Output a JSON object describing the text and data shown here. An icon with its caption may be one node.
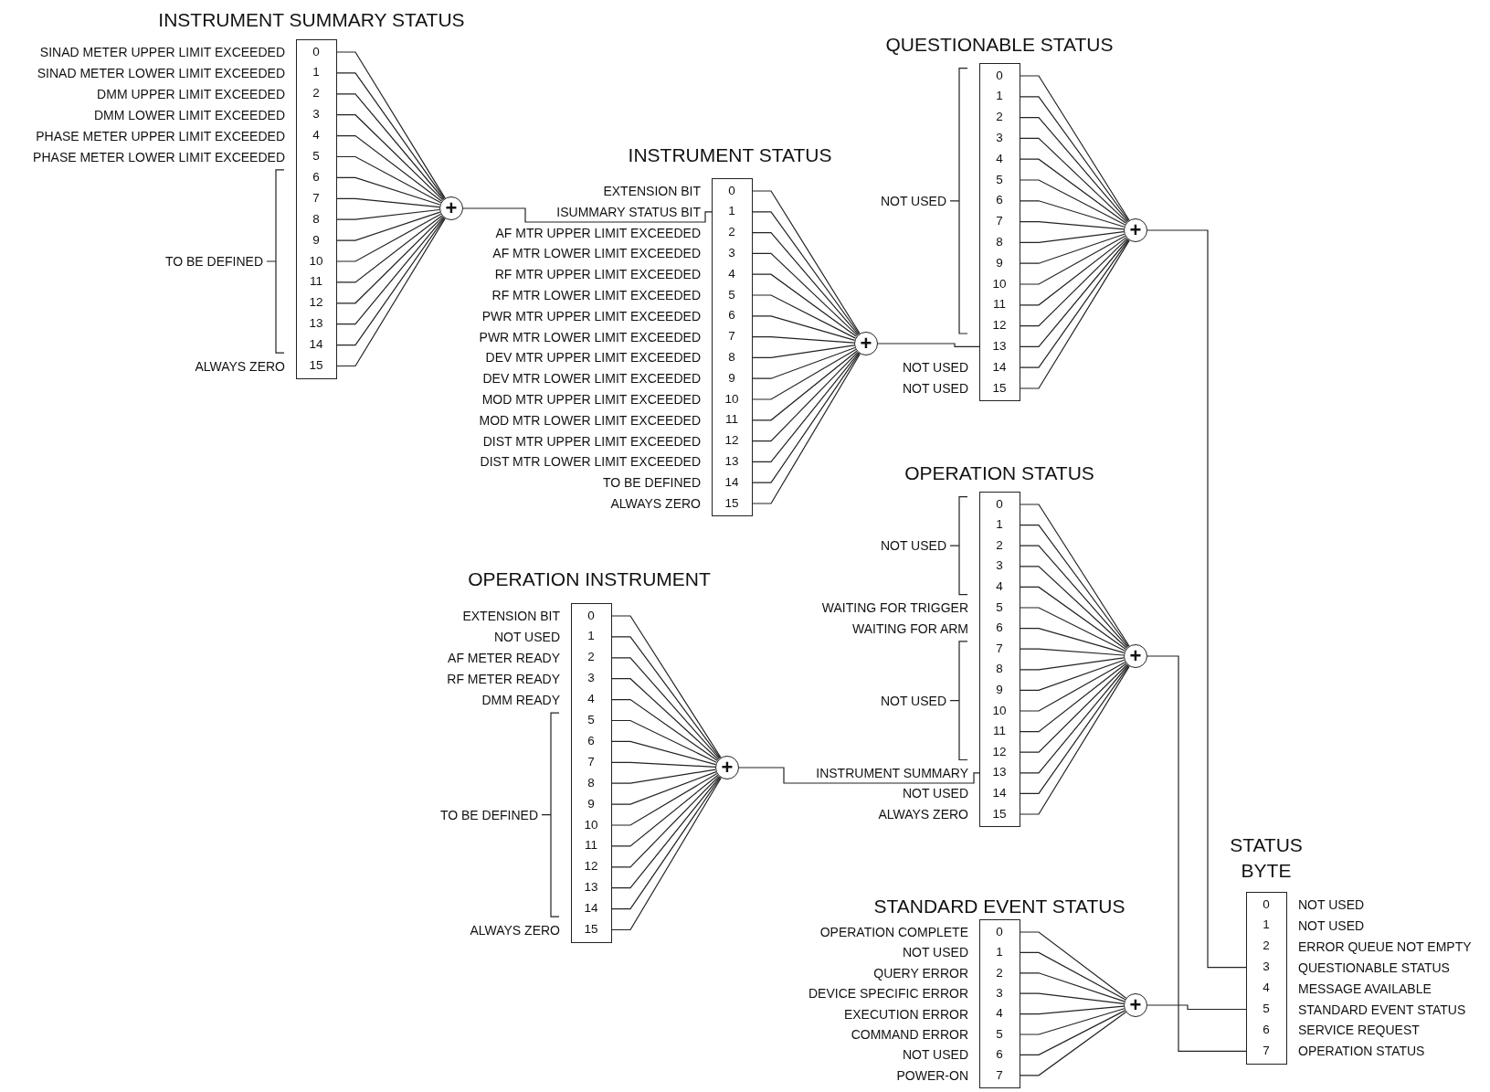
{
  "diagram": {
    "nodes": [
      {
        "text": [
          "INSTRUMENT SUMMARY STATUS"
        ]
      },
      {
        "text": [
          "0"
        ],
        "in": 0,
        "beside": [
          "SINAD METER UPPER LIMIT EXCEEDED"
        ]
      },
      {
        "text": [
          "1"
        ],
        "in": 0,
        "beside": [
          "SINAD METER LOWER LIMIT EXCEEDED"
        ]
      },
      {
        "text": [
          "2"
        ],
        "in": 0,
        "beside": [
          "DMM UPPER LIMIT EXCEEDED"
        ]
      },
      {
        "text": [
          "3"
        ],
        "in": 0,
        "beside": [
          "DMM LOWER LIMIT EXCEEDED"
        ]
      },
      {
        "text": [
          "4"
        ],
        "in": 0,
        "beside": [
          "PHASE METER UPPER LIMIT EXCEEDED"
        ]
      },
      {
        "text": [
          "5"
        ],
        "in": 0,
        "beside": [
          "PHASE METER LOWER LIMIT EXCEEDED"
        ]
      },
      {
        "text": [
          "6"
        ],
        "in": 0
      },
      {
        "text": [
          "7"
        ],
        "in": 0
      },
      {
        "text": [
          "8"
        ],
        "in": 0
      },
      {
        "text": [
          "9"
        ],
        "in": 0
      },
      {
        "text": [
          "10"
        ],
        "in": 0
      },
      {
        "text": [
          "11"
        ],
        "in": 0
      },
      {
        "text": [
          "12"
        ],
        "in": 0
      },
      {
        "text": [
          "13"
        ],
        "in": 0
      },
      {
        "text": [
          "14"
        ],
        "in": 0
      },
      {
        "text": [
          "15"
        ],
        "in": 0,
        "beside": [
          "ALWAYS ZERO"
        ]
      },
      {
        "text": [
          "+"
        ]
      },
      {
        "text": [
          "INSTRUMENT STATUS"
        ]
      },
      {
        "text": [
          "0"
        ],
        "in": 18,
        "beside": [
          "EXTENSION BIT"
        ]
      },
      {
        "text": [
          "1"
        ],
        "in": 18,
        "beside": [
          "ISUMMARY STATUS BIT"
        ]
      },
      {
        "text": [
          "2"
        ],
        "in": 18,
        "beside": [
          "AF MTR UPPER LIMIT EXCEEDED"
        ]
      },
      {
        "text": [
          "3"
        ],
        "in": 18,
        "beside": [
          "AF MTR LOWER LIMIT EXCEEDED"
        ]
      },
      {
        "text": [
          "4"
        ],
        "in": 18,
        "beside": [
          "RF MTR UPPER LIMIT EXCEEDED"
        ]
      },
      {
        "text": [
          "5"
        ],
        "in": 18,
        "beside": [
          "RF MTR LOWER LIMIT EXCEEDED"
        ]
      },
      {
        "text": [
          "6"
        ],
        "in": 18,
        "beside": [
          "PWR MTR UPPER LIMIT EXCEEDED"
        ]
      },
      {
        "text": [
          "7"
        ],
        "in": 18,
        "beside": [
          "PWR MTR LOWER LIMIT EXCEEDED"
        ]
      },
      {
        "text": [
          "8"
        ],
        "in": 18,
        "beside": [
          "DEV MTR UPPER LIMIT EXCEEDED"
        ]
      },
      {
        "text": [
          "9"
        ],
        "in": 18,
        "beside": [
          "DEV MTR LOWER LIMIT EXCEEDED"
        ]
      },
      {
        "text": [
          "10"
        ],
        "in": 18,
        "beside": [
          "MOD MTR UPPER LIMIT EXCEEDED"
        ]
      },
      {
        "text": [
          "11"
        ],
        "in": 18,
        "beside": [
          "MOD MTR LOWER LIMIT EXCEEDED"
        ]
      },
      {
        "text": [
          "12"
        ],
        "in": 18,
        "beside": [
          "DIST MTR UPPER LIMIT EXCEEDED"
        ]
      },
      {
        "text": [
          "13"
        ],
        "in": 18,
        "beside": [
          "DIST MTR LOWER LIMIT EXCEEDED"
        ]
      },
      {
        "text": [
          "14"
        ],
        "in": 18,
        "beside": [
          "TO BE DEFINED"
        ]
      },
      {
        "text": [
          "15"
        ],
        "in": 18,
        "beside": [
          "ALWAYS ZERO"
        ]
      },
      {
        "text": [
          "+"
        ]
      },
      {
        "text": [
          "QUESTIONABLE STATUS"
        ]
      },
      {
        "text": [
          "0"
        ],
        "in": 36
      },
      {
        "text": [
          "1"
        ],
        "in": 36
      },
      {
        "text": [
          "2"
        ],
        "in": 36
      },
      {
        "text": [
          "3"
        ],
        "in": 36
      },
      {
        "text": [
          "4"
        ],
        "in": 36
      },
      {
        "text": [
          "5"
        ],
        "in": 36
      },
      {
        "text": [
          "6"
        ],
        "in": 36
      },
      {
        "text": [
          "7"
        ],
        "in": 36
      },
      {
        "text": [
          "8"
        ],
        "in": 36
      },
      {
        "text": [
          "9"
        ],
        "in": 36
      },
      {
        "text": [
          "10"
        ],
        "in": 36
      },
      {
        "text": [
          "11"
        ],
        "in": 36
      },
      {
        "text": [
          "12"
        ],
        "in": 36
      },
      {
        "text": [
          "13"
        ],
        "in": 36
      },
      {
        "text": [
          "14"
        ],
        "in": 36,
        "beside": [
          "NOT USED"
        ]
      },
      {
        "text": [
          "15"
        ],
        "in": 36,
        "beside": [
          "NOT USED"
        ]
      },
      {
        "text": [
          "+"
        ]
      },
      {
        "text": [
          "OPERATION STATUS"
        ]
      },
      {
        "text": [
          "0"
        ],
        "in": 54
      },
      {
        "text": [
          "1"
        ],
        "in": 54
      },
      {
        "text": [
          "2"
        ],
        "in": 54
      },
      {
        "text": [
          "3"
        ],
        "in": 54
      },
      {
        "text": [
          "4"
        ],
        "in": 54
      },
      {
        "text": [
          "5"
        ],
        "in": 54,
        "beside": [
          "WAITING FOR TRIGGER"
        ]
      },
      {
        "text": [
          "6"
        ],
        "in": 54,
        "beside": [
          "WAITING FOR ARM"
        ]
      },
      {
        "text": [
          "7"
        ],
        "in": 54
      },
      {
        "text": [
          "8"
        ],
        "in": 54
      },
      {
        "text": [
          "9"
        ],
        "in": 54
      },
      {
        "text": [
          "10"
        ],
        "in": 54
      },
      {
        "text": [
          "11"
        ],
        "in": 54
      },
      {
        "text": [
          "12"
        ],
        "in": 54
      },
      {
        "text": [
          "13"
        ],
        "in": 54,
        "beside": [
          "INSTRUMENT SUMMARY"
        ]
      },
      {
        "text": [
          "14"
        ],
        "in": 54,
        "beside": [
          "NOT USED"
        ]
      },
      {
        "text": [
          "15"
        ],
        "in": 54,
        "beside": [
          "ALWAYS ZERO"
        ]
      },
      {
        "text": [
          "+"
        ]
      },
      {
        "text": [
          "OPERATION INSTRUMENT"
        ]
      },
      {
        "text": [
          "0"
        ],
        "in": 72,
        "beside": [
          "EXTENSION BIT"
        ]
      },
      {
        "text": [
          "1"
        ],
        "in": 72,
        "beside": [
          "NOT USED"
        ]
      },
      {
        "text": [
          "2"
        ],
        "in": 72,
        "beside": [
          "AF METER READY"
        ]
      },
      {
        "text": [
          "3"
        ],
        "in": 72,
        "beside": [
          "RF METER READY"
        ]
      },
      {
        "text": [
          "4"
        ],
        "in": 72,
        "beside": [
          "DMM READY"
        ]
      },
      {
        "text": [
          "5"
        ],
        "in": 72
      },
      {
        "text": [
          "6"
        ],
        "in": 72
      },
      {
        "text": [
          "7"
        ],
        "in": 72
      },
      {
        "text": [
          "8"
        ],
        "in": 72
      },
      {
        "text": [
          "9"
        ],
        "in": 72
      },
      {
        "text": [
          "10"
        ],
        "in": 72
      },
      {
        "text": [
          "11"
        ],
        "in": 72
      },
      {
        "text": [
          "12"
        ],
        "in": 72
      },
      {
        "text": [
          "13"
        ],
        "in": 72
      },
      {
        "text": [
          "14"
        ],
        "in": 72
      },
      {
        "text": [
          "15"
        ],
        "in": 72,
        "beside": [
          "ALWAYS ZERO"
        ]
      },
      {
        "text": [
          "+"
        ]
      },
      {
        "text": [
          "STATUS BYTE"
        ]
      },
      {
        "text": [
          "0"
        ],
        "in": 90,
        "beside": [
          "NOT USED"
        ]
      },
      {
        "text": [
          "1"
        ],
        "in": 90,
        "beside": [
          "NOT USED"
        ]
      },
      {
        "text": [
          "2"
        ],
        "in": 90,
        "beside": [
          "ERROR QUEUE NOT EMPTY"
        ]
      },
      {
        "text": [
          "3"
        ],
        "in": 90,
        "beside": [
          "QUESTIONABLE STATUS"
        ]
      },
      {
        "text": [
          "4"
        ],
        "in": 90,
        "beside": [
          "MESSAGE AVAILABLE"
        ]
      },
      {
        "text": [
          "5"
        ],
        "in": 90,
        "beside": [
          "STANDARD EVENT STATUS"
        ]
      },
      {
        "text": [
          "6"
        ],
        "in": 90,
        "beside": [
          "SERVICE REQUEST"
        ]
      },
      {
        "text": [
          "7"
        ],
        "in": 90,
        "beside": [
          "OPERATION STATUS"
        ]
      },
      {
        "text": [
          "STANDARD EVENT STATUS"
        ]
      },
      {
        "text": [
          "0"
        ],
        "in": 99,
        "beside": [
          "OPERATION COMPLETE"
        ]
      },
      {
        "text": [
          "1"
        ],
        "in": 99,
        "beside": [
          "NOT USED"
        ]
      },
      {
        "text": [
          "2"
        ],
        "in": 99,
        "beside": [
          "QUERY ERROR"
        ]
      },
      {
        "text": [
          "3"
        ],
        "in": 99,
        "beside": [
          "DEVICE SPECIFIC ERROR"
        ]
      },
      {
        "text": [
          "4"
        ],
        "in": 99,
        "beside": [
          "EXECUTION ERROR"
        ]
      },
      {
        "text": [
          "5"
        ],
        "in": 99,
        "beside": [
          "COMMAND ERROR"
        ]
      },
      {
        "text": [
          "6"
        ],
        "in": 99,
        "beside": [
          "NOT USED"
        ]
      },
      {
        "text": [
          "7"
        ],
        "in": 99,
        "beside": [
          "POWER-ON"
        ]
      },
      {
        "text": [
          "+"
        ]
      }
    ],
    "edges": [
      {
        "from": 1,
        "to": 17,
        "arrow": "none"
      },
      {
        "from": 2,
        "to": 17,
        "arrow": "none"
      },
      {
        "from": 3,
        "to": 17,
        "arrow": "none"
      },
      {
        "from": 4,
        "to": 17,
        "arrow": "none"
      },
      {
        "from": 5,
        "to": 17,
        "arrow": "none"
      },
      {
        "from": 6,
        "to": 17,
        "arrow": "none"
      },
      {
        "from": 7,
        "to": 17,
        "arrow": "none"
      },
      {
        "from": 8,
        "to": 17,
        "arrow": "none"
      },
      {
        "from": 9,
        "to": 17,
        "arrow": "none"
      },
      {
        "from": 10,
        "to": 17,
        "arrow": "none"
      },
      {
        "from": 11,
        "to": 17,
        "arrow": "none"
      },
      {
        "from": 12,
        "to": 17,
        "arrow": "none"
      },
      {
        "from": 13,
        "to": 17,
        "arrow": "none"
      },
      {
        "from": 14,
        "to": 17,
        "arrow": "none"
      },
      {
        "from": 15,
        "to": 17,
        "arrow": "none"
      },
      {
        "from": 16,
        "to": 17,
        "arrow": "none"
      },
      {
        "from": 17,
        "to": 20,
        "arrow": "none"
      },
      {
        "from": 19,
        "to": 35,
        "arrow": "none"
      },
      {
        "from": 20,
        "to": 35,
        "arrow": "none"
      },
      {
        "from": 21,
        "to": 35,
        "arrow": "none"
      },
      {
        "from": 22,
        "to": 35,
        "arrow": "none"
      },
      {
        "from": 23,
        "to": 35,
        "arrow": "none"
      },
      {
        "from": 24,
        "to": 35,
        "arrow": "none"
      },
      {
        "from": 25,
        "to": 35,
        "arrow": "none"
      },
      {
        "from": 26,
        "to": 35,
        "arrow": "none"
      },
      {
        "from": 27,
        "to": 35,
        "arrow": "none"
      },
      {
        "from": 28,
        "to": 35,
        "arrow": "none"
      },
      {
        "from": 29,
        "to": 35,
        "arrow": "none"
      },
      {
        "from": 30,
        "to": 35,
        "arrow": "none"
      },
      {
        "from": 31,
        "to": 35,
        "arrow": "none"
      },
      {
        "from": 32,
        "to": 35,
        "arrow": "none"
      },
      {
        "from": 33,
        "to": 35,
        "arrow": "none"
      },
      {
        "from": 34,
        "to": 35,
        "arrow": "none"
      },
      {
        "from": 35,
        "to": 50,
        "arrow": "none"
      },
      {
        "from": 37,
        "to": 53,
        "arrow": "none"
      },
      {
        "from": 38,
        "to": 53,
        "arrow": "none"
      },
      {
        "from": 39,
        "to": 53,
        "arrow": "none"
      },
      {
        "from": 40,
        "to": 53,
        "arrow": "none"
      },
      {
        "from": 41,
        "to": 53,
        "arrow": "none"
      },
      {
        "from": 42,
        "to": 53,
        "arrow": "none"
      },
      {
        "from": 43,
        "to": 53,
        "arrow": "none"
      },
      {
        "from": 44,
        "to": 53,
        "arrow": "none"
      },
      {
        "from": 45,
        "to": 53,
        "arrow": "none"
      },
      {
        "from": 46,
        "to": 53,
        "arrow": "none"
      },
      {
        "from": 47,
        "to": 53,
        "arrow": "none"
      },
      {
        "from": 48,
        "to": 53,
        "arrow": "none"
      },
      {
        "from": 49,
        "to": 53,
        "arrow": "none"
      },
      {
        "from": 50,
        "to": 53,
        "arrow": "none"
      },
      {
        "from": 51,
        "to": 53,
        "arrow": "none"
      },
      {
        "from": 52,
        "to": 53,
        "arrow": "none"
      },
      {
        "from": 53,
        "to": 94,
        "arrow": "none"
      },
      {
        "from": 55,
        "to": 71,
        "arrow": "none"
      },
      {
        "from": 56,
        "to": 71,
        "arrow": "none"
      },
      {
        "from": 57,
        "to": 71,
        "arrow": "none"
      },
      {
        "from": 58,
        "to": 71,
        "arrow": "none"
      },
      {
        "from": 59,
        "to": 71,
        "arrow": "none"
      },
      {
        "from": 60,
        "to": 71,
        "arrow": "none"
      },
      {
        "from": 61,
        "to": 71,
        "arrow": "none"
      },
      {
        "from": 62,
        "to": 71,
        "arrow": "none"
      },
      {
        "from": 63,
        "to": 71,
        "arrow": "none"
      },
      {
        "from": 64,
        "to": 71,
        "arrow": "none"
      },
      {
        "from": 65,
        "to": 71,
        "arrow": "none"
      },
      {
        "from": 66,
        "to": 71,
        "arrow": "none"
      },
      {
        "from": 67,
        "to": 71,
        "arrow": "none"
      },
      {
        "from": 68,
        "to": 71,
        "arrow": "none"
      },
      {
        "from": 69,
        "to": 71,
        "arrow": "none"
      },
      {
        "from": 70,
        "to": 71,
        "arrow": "none"
      },
      {
        "from": 71,
        "to": 98,
        "arrow": "none"
      },
      {
        "from": 73,
        "to": 89,
        "arrow": "none"
      },
      {
        "from": 74,
        "to": 89,
        "arrow": "none"
      },
      {
        "from": 75,
        "to": 89,
        "arrow": "none"
      },
      {
        "from": 76,
        "to": 89,
        "arrow": "none"
      },
      {
        "from": 77,
        "to": 89,
        "arrow": "none"
      },
      {
        "from": 78,
        "to": 89,
        "arrow": "none"
      },
      {
        "from": 79,
        "to": 89,
        "arrow": "none"
      },
      {
        "from": 80,
        "to": 89,
        "arrow": "none"
      },
      {
        "from": 81,
        "to": 89,
        "arrow": "none"
      },
      {
        "from": 82,
        "to": 89,
        "arrow": "none"
      },
      {
        "from": 83,
        "to": 89,
        "arrow": "none"
      },
      {
        "from": 84,
        "to": 89,
        "arrow": "none"
      },
      {
        "from": 85,
        "to": 89,
        "arrow": "none"
      },
      {
        "from": 86,
        "to": 89,
        "arrow": "none"
      },
      {
        "from": 87,
        "to": 89,
        "arrow": "none"
      },
      {
        "from": 88,
        "to": 89,
        "arrow": "none"
      },
      {
        "from": 89,
        "to": 68,
        "arrow": "none"
      },
      {
        "from": 100,
        "to": 108,
        "arrow": "none"
      },
      {
        "from": 101,
        "to": 108,
        "arrow": "none"
      },
      {
        "from": 102,
        "to": 108,
        "arrow": "none"
      },
      {
        "from": 103,
        "to": 108,
        "arrow": "none"
      },
      {
        "from": 104,
        "to": 108,
        "arrow": "none"
      },
      {
        "from": 105,
        "to": 108,
        "arrow": "none"
      },
      {
        "from": 106,
        "to": 108,
        "arrow": "none"
      },
      {
        "from": 107,
        "to": 108,
        "arrow": "none"
      },
      {
        "from": 108,
        "to": 96,
        "arrow": "none"
      }
    ],
    "labels": [
      "NOT USED",
      "TO BE DEFINED",
      "NOT USED",
      "NOT USED",
      "TO BE DEFINED"
    ]
  }
}
